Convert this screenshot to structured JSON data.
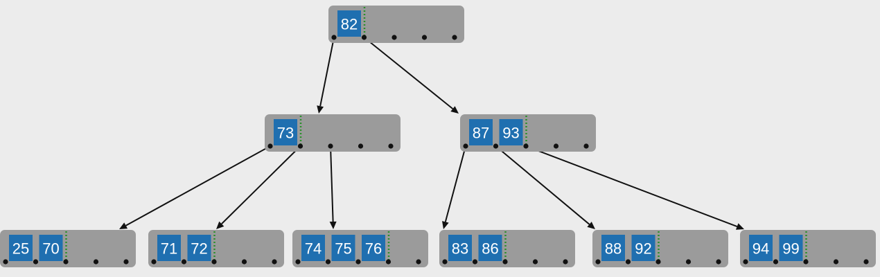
{
  "tree": {
    "nodes": [
      {
        "id": "root",
        "keys": [
          "82"
        ]
      },
      {
        "id": "n-left",
        "keys": [
          "73"
        ]
      },
      {
        "id": "n-right",
        "keys": [
          "87",
          "93"
        ]
      },
      {
        "id": "leaf-1",
        "keys": [
          "25",
          "70"
        ]
      },
      {
        "id": "leaf-2",
        "keys": [
          "71",
          "72"
        ]
      },
      {
        "id": "leaf-3",
        "keys": [
          "74",
          "75",
          "76"
        ]
      },
      {
        "id": "leaf-4",
        "keys": [
          "83",
          "86"
        ]
      },
      {
        "id": "leaf-5",
        "keys": [
          "88",
          "92"
        ]
      },
      {
        "id": "leaf-6",
        "keys": [
          "94",
          "99"
        ]
      }
    ],
    "edges": [
      {
        "from": "root",
        "pointer": 0,
        "to": "n-left"
      },
      {
        "from": "root",
        "pointer": 1,
        "to": "n-right"
      },
      {
        "from": "n-left",
        "pointer": 0,
        "to": "leaf-1"
      },
      {
        "from": "n-left",
        "pointer": 1,
        "to": "leaf-2"
      },
      {
        "from": "n-left",
        "pointer": 2,
        "to": "leaf-3"
      },
      {
        "from": "n-right",
        "pointer": 0,
        "to": "leaf-4"
      },
      {
        "from": "n-right",
        "pointer": 1,
        "to": "leaf-5"
      },
      {
        "from": "n-right",
        "pointer": 2,
        "to": "leaf-6"
      }
    ],
    "colors": {
      "node_fill": "#9b9b9b",
      "key_fill": "#1f6fb0",
      "key_text": "#ffffff",
      "divider": "#2a8f2a",
      "pointer": "#111111",
      "background": "#ececec"
    }
  }
}
